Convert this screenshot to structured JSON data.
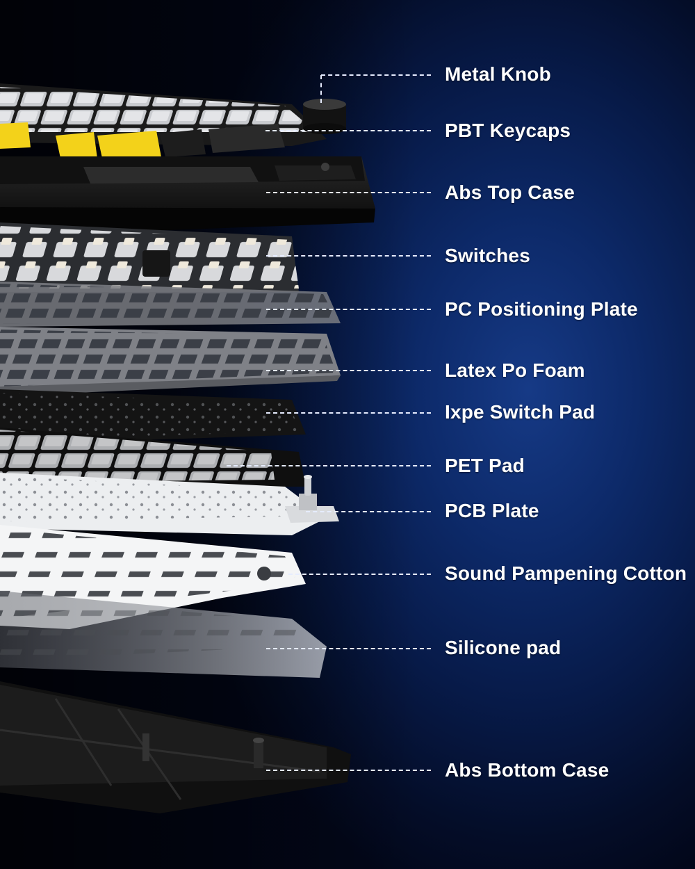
{
  "labels": [
    "Metal Knob",
    "PBT Keycaps",
    "Abs Top Case",
    "Switches",
    "PC Positioning Plate",
    "Latex Po Foam",
    "Ixpe Switch Pad",
    "PET Pad",
    "PCB Plate",
    "Sound Pampening Cotton",
    "Silicone pad",
    "Abs Bottom Case"
  ],
  "colors": {
    "accent_yellow": "#f3d21a",
    "leader_line": "#e6ecff",
    "label_text": "#ffffff"
  }
}
